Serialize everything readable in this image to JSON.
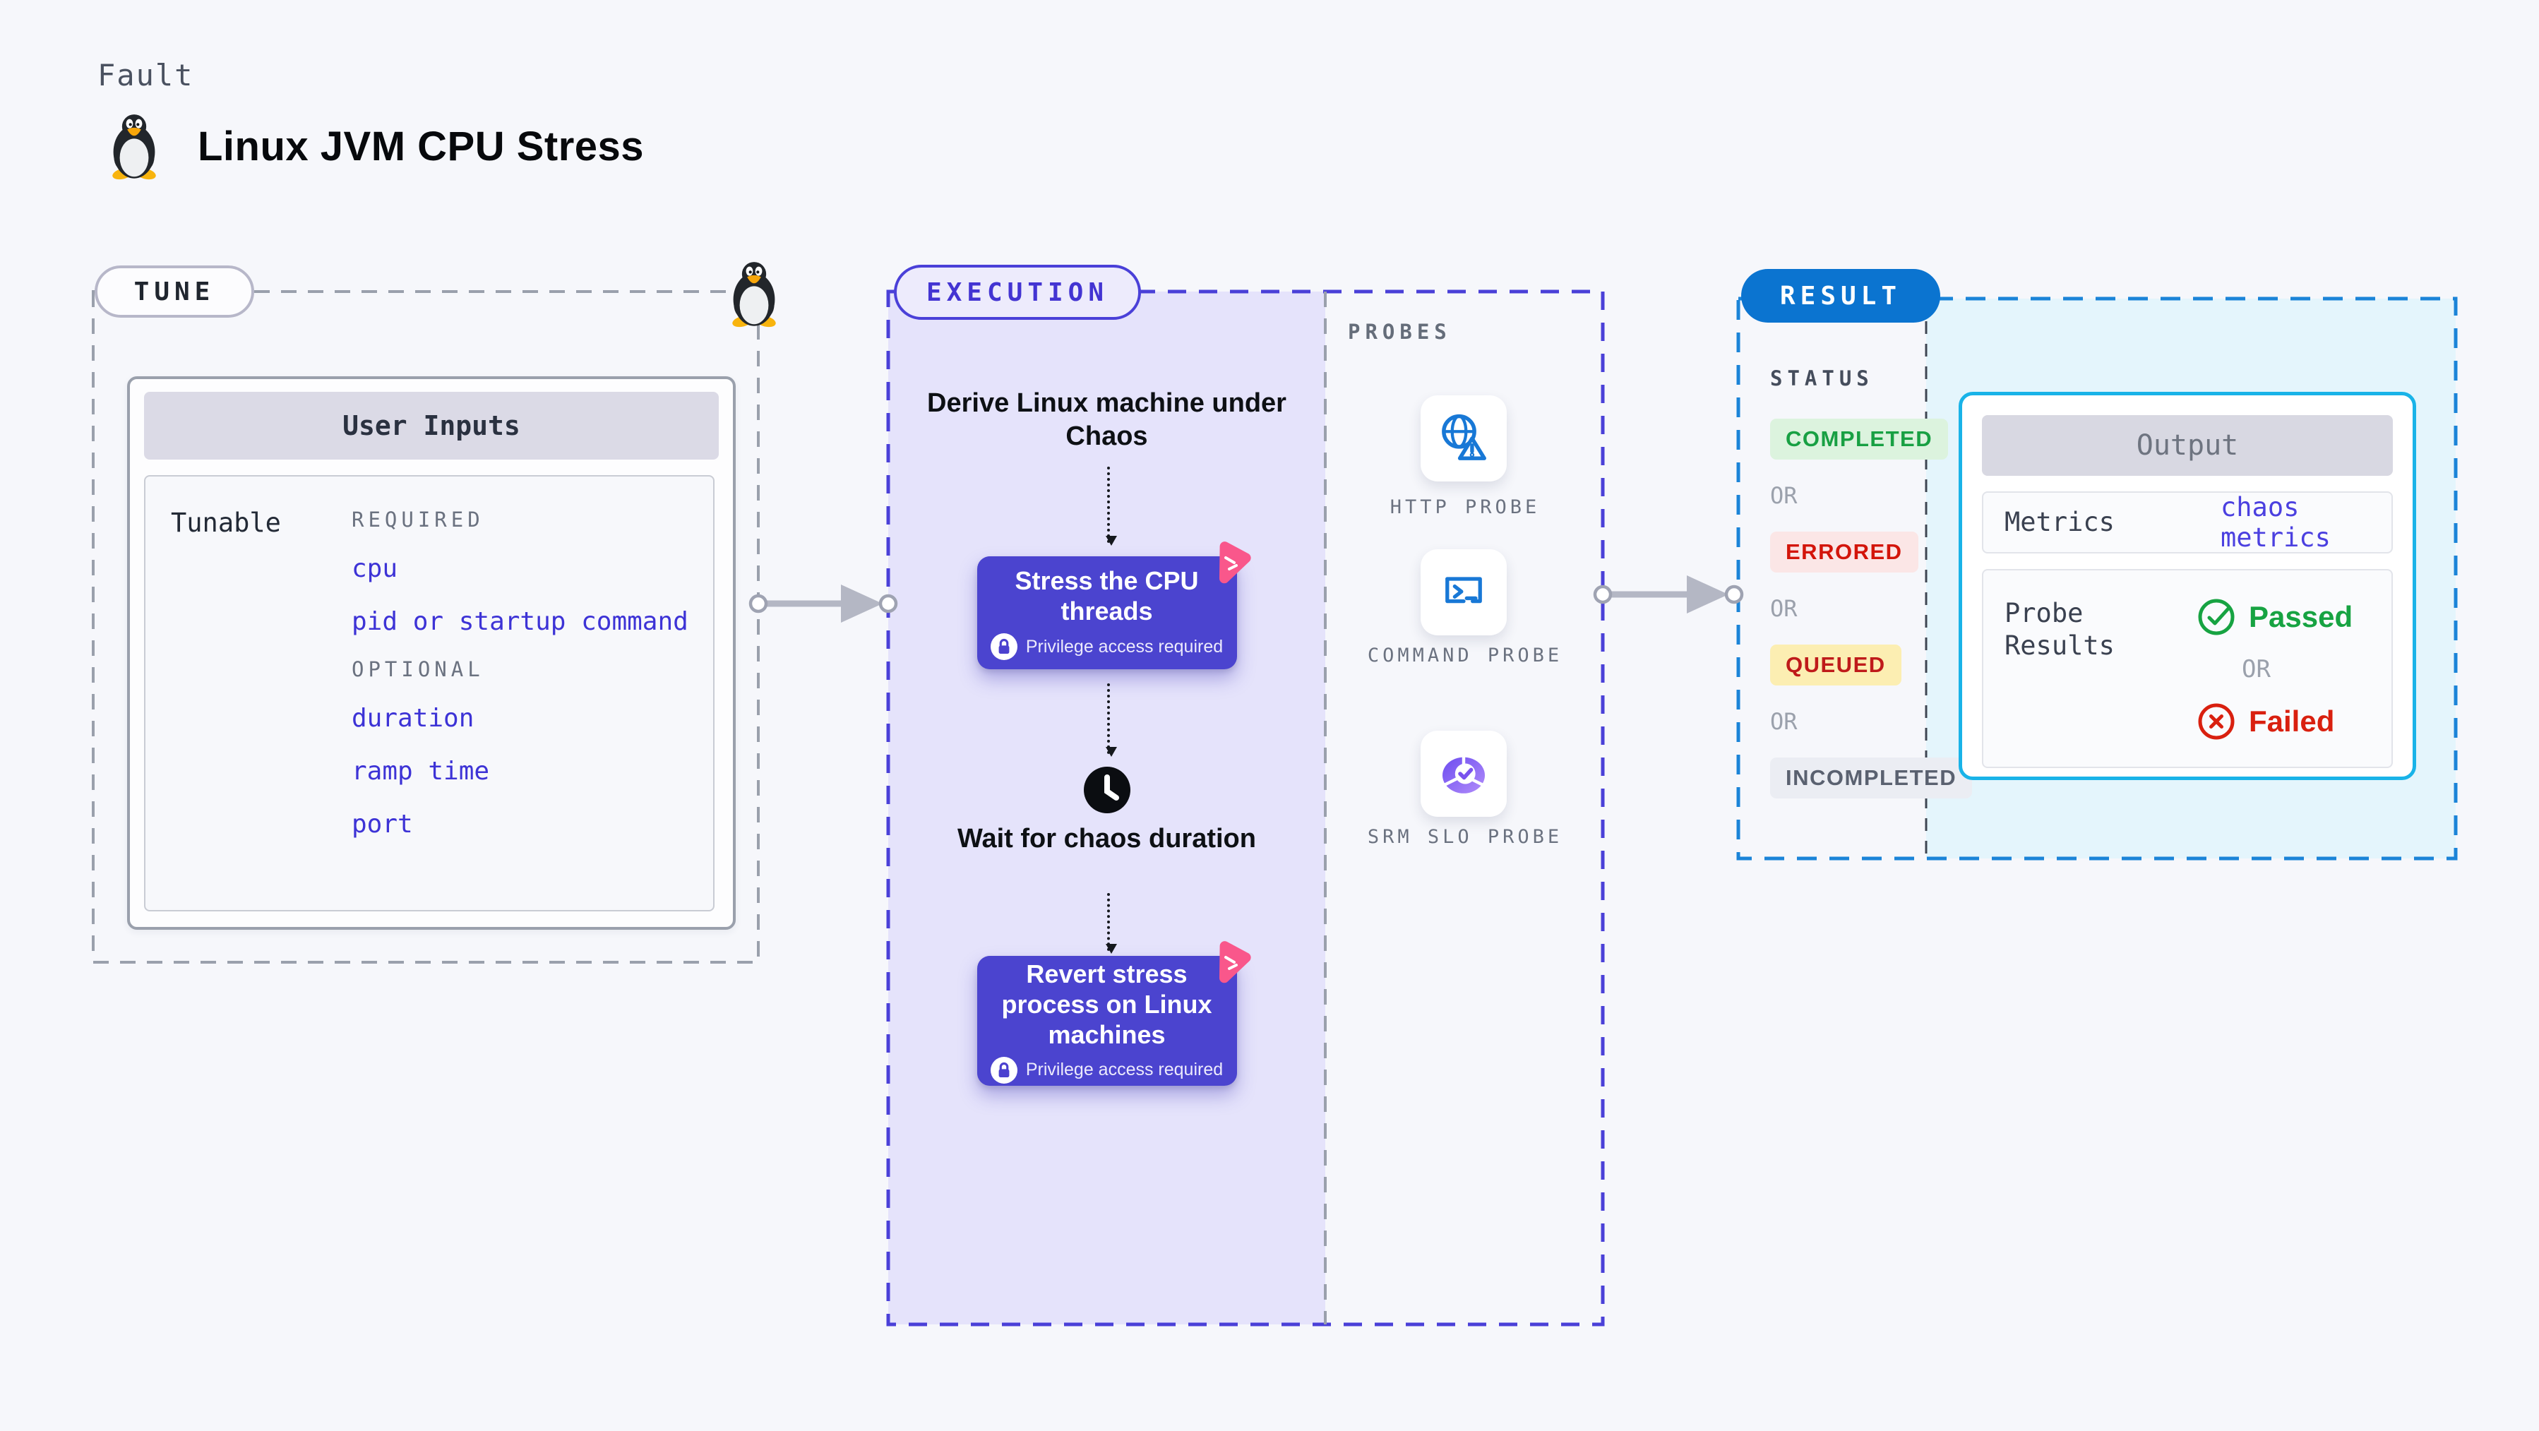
{
  "header": {
    "kicker": "Fault",
    "title": "Linux JVM CPU Stress"
  },
  "tune": {
    "label": "TUNE",
    "card_title": "User Inputs",
    "row_label": "Tunable",
    "required_label": "REQUIRED",
    "required_items": [
      "cpu",
      "pid or startup command"
    ],
    "optional_label": "OPTIONAL",
    "optional_items": [
      "duration",
      "ramp time",
      "port"
    ]
  },
  "execution": {
    "label": "EXECUTION",
    "step_derive": "Derive Linux machine under Chaos",
    "stress_title": "Stress the CPU threads",
    "privilege_note": "Privilege access required",
    "wait_text": "Wait for chaos duration",
    "revert_title": "Revert stress process on Linux machines",
    "probes": {
      "label": "PROBES",
      "items": [
        {
          "name": "HTTP PROBE",
          "icon": "globe-alert-icon"
        },
        {
          "name": "COMMAND PROBE",
          "icon": "terminal-icon"
        },
        {
          "name": "SRM SLO PROBE",
          "icon": "slo-donut-icon"
        }
      ]
    }
  },
  "result": {
    "label": "RESULT",
    "status_label": "STATUS",
    "or_label": "OR",
    "statuses": [
      {
        "text": "COMPLETED",
        "fg": "#18a043",
        "bg": "#dcf3de"
      },
      {
        "text": "ERRORED",
        "fg": "#d3150a",
        "bg": "#fbe6e6"
      },
      {
        "text": "QUEUED",
        "fg": "#bf1a1a",
        "bg": "#fceeb2"
      },
      {
        "text": "INCOMPLETED",
        "fg": "#5a6170",
        "bg": "#ebedf3"
      }
    ],
    "output": {
      "title": "Output",
      "metrics_label": "Metrics",
      "metrics_value": "chaos metrics",
      "probe_results_label": "Probe Results",
      "passed": "Passed",
      "failed": "Failed"
    }
  },
  "colors": {
    "page_bg": "#f6f7fb",
    "tune_border": "#9aa0ac",
    "execution_border": "#4a40d8",
    "execution_fill": "#e5e3fb",
    "result_border": "#1b84d8",
    "result_fill": "#e4f5fc",
    "node_purple": "#4b44cf",
    "chaos_logo_pink": "#f9578b",
    "probe_icon_blue": "#1878d6",
    "result_pill_blue": "#0b74d0",
    "output_card_border": "#19b3e8",
    "link_indigo": "#3d33d6",
    "arrow_gray": "#b4b7c4"
  }
}
